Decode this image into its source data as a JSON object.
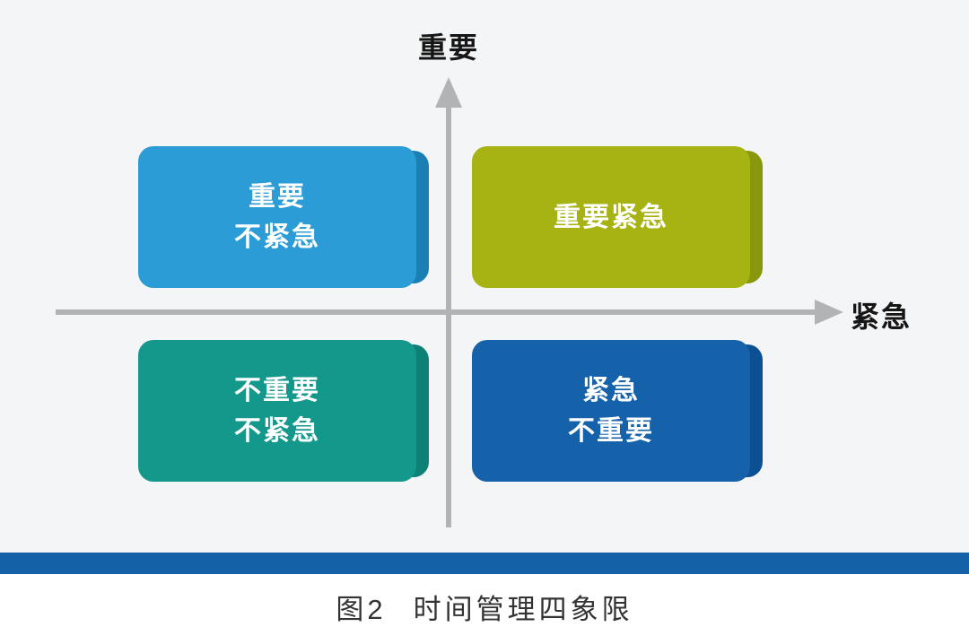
{
  "figure": {
    "background_color": "#f4f5f6",
    "axes": {
      "y_label": "重要",
      "x_label": "紧急",
      "axis_color": "#b1b3b5",
      "label_color": "#161616"
    },
    "quadrants": [
      {
        "id": "important-not-urgent",
        "position": "top-left",
        "lines": [
          "重要",
          "不紧急"
        ],
        "color": "#2b9cd5",
        "edge_color": "#1a80b4",
        "text_color": "#ffffff"
      },
      {
        "id": "important-urgent",
        "position": "top-right",
        "lines": [
          "重要紧急"
        ],
        "color": "#a6b312",
        "edge_color": "#89970d",
        "text_color": "#ffffff"
      },
      {
        "id": "not-important-not-urgent",
        "position": "bottom-left",
        "lines": [
          "不重要",
          "不紧急"
        ],
        "color": "#13988b",
        "edge_color": "#0e8176",
        "text_color": "#ffffff"
      },
      {
        "id": "urgent-not-important",
        "position": "bottom-right",
        "lines": [
          "紧急",
          "不重要"
        ],
        "color": "#1562ab",
        "edge_color": "#0d4f93",
        "text_color": "#ffffff"
      }
    ],
    "divider_bar_color": "#1561a8",
    "caption": {
      "figure_label": "图2",
      "title": "时间管理四象限"
    }
  }
}
